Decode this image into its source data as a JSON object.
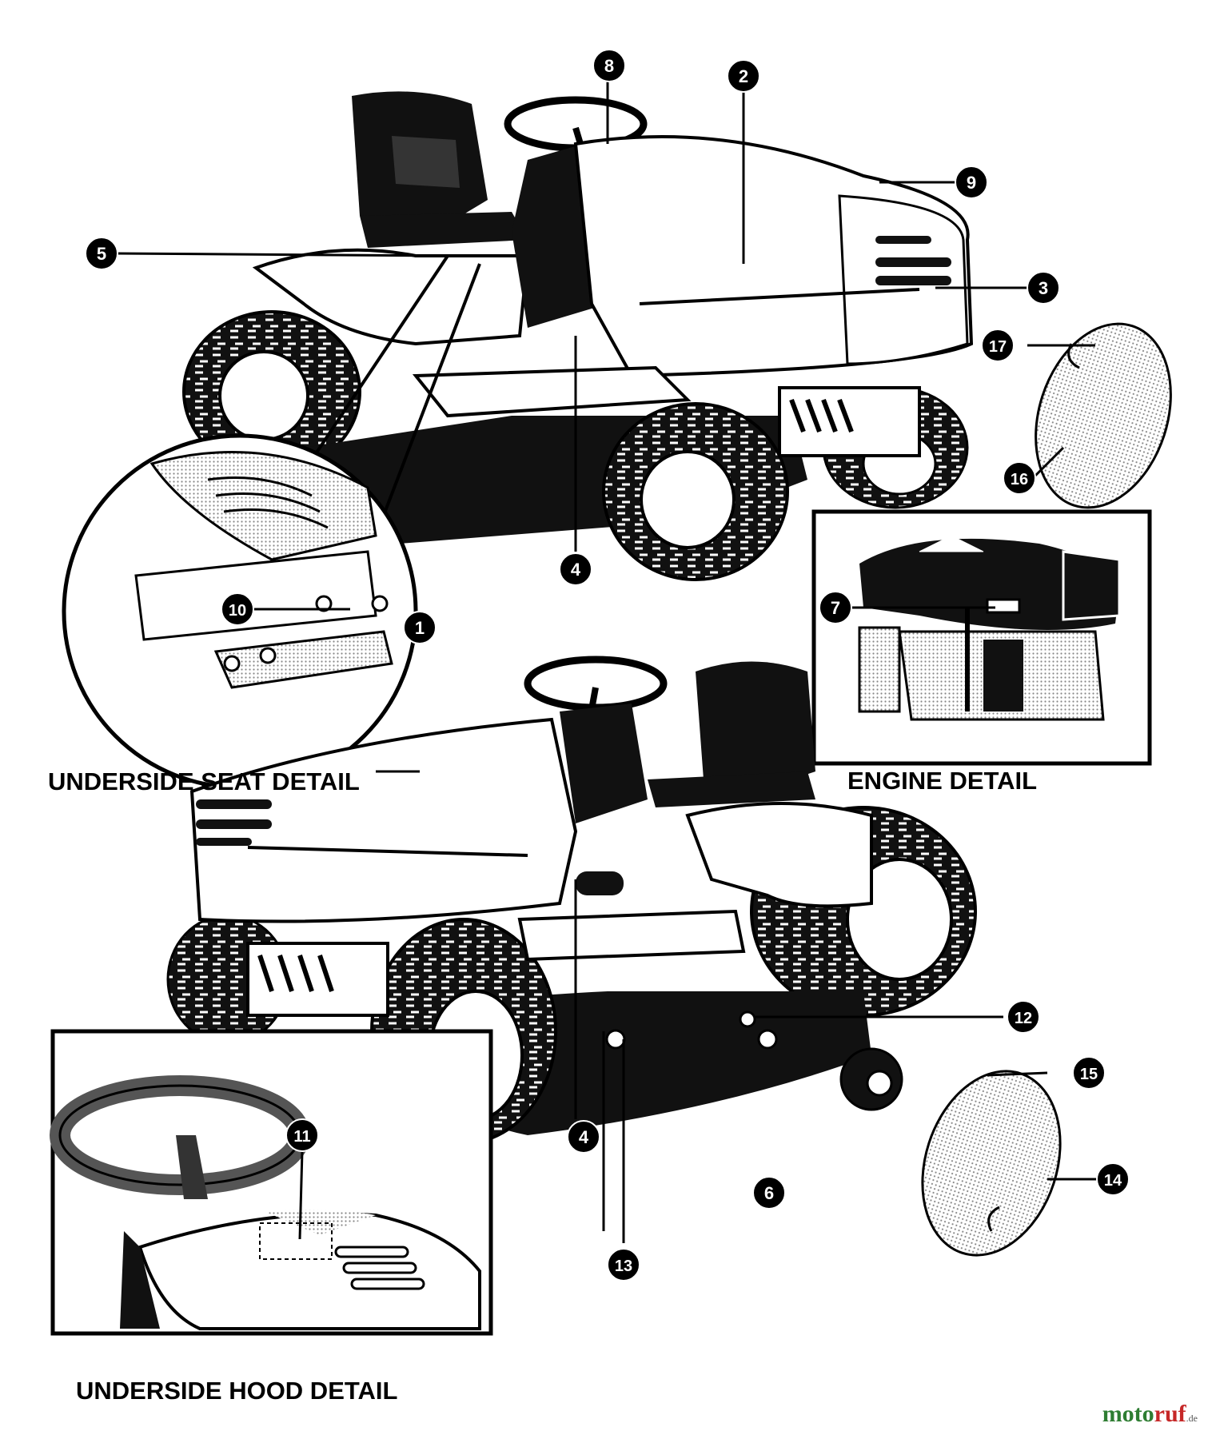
{
  "captions": {
    "underside_seat": "UNDERSIDE SEAT DETAIL",
    "engine": "ENGINE DETAIL",
    "underside_hood": "UNDERSIDE HOOD DETAIL"
  },
  "callouts": [
    "1",
    "2",
    "3",
    "4",
    "5",
    "6",
    "7",
    "8",
    "9",
    "10",
    "11",
    "12",
    "13",
    "14",
    "15",
    "16",
    "17"
  ],
  "watermark": {
    "part1": "moto",
    "part2": "ruf",
    "suffix": ".de"
  },
  "colors": {
    "ink": "#000000",
    "paper": "#ffffff",
    "shade": "#bdbdbd",
    "brand_green": "#2e7d32",
    "brand_red": "#c62828"
  }
}
